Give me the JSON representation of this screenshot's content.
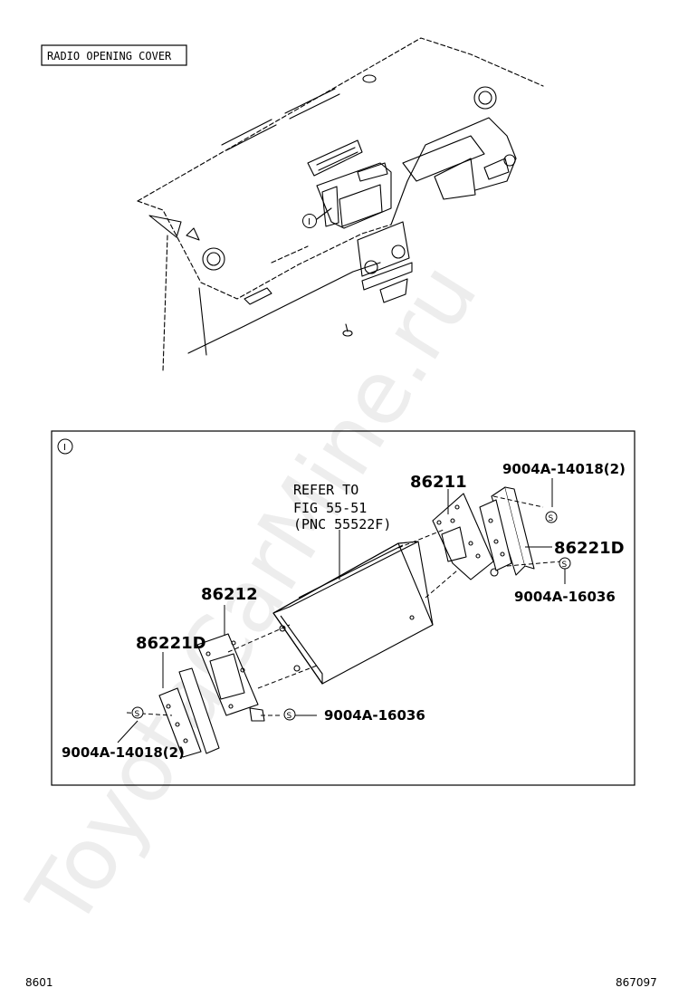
{
  "header_label": "RADIO OPENING COVER",
  "section_marker": "I",
  "watermark": "ToyotaCarMine.ru",
  "callouts": {
    "refer_line1": "REFER TO",
    "refer_line2": "FIG 55-51",
    "refer_line3": "(PNC 55522F)",
    "part_86211": "86211",
    "part_86212": "86212",
    "part_86221d_right": "86221D",
    "part_86221d_left": "86221D",
    "screw_top_right": "9004A-14018(2)",
    "screw_mid_right": "9004A-16036",
    "screw_bottom_center": "9004A-16036",
    "screw_bottom_left": "9004A-14018(2)",
    "screw_symbol": "S"
  },
  "footer": {
    "left_code": "8601",
    "right_code": "867097"
  }
}
